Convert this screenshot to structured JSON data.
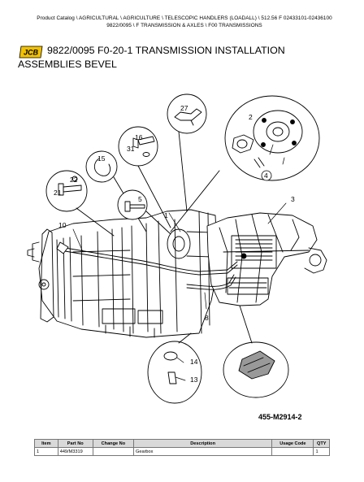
{
  "breadcrumb": {
    "line1": "Product Catalog \\ AGRICULTURAL \\ AGRICULTURE \\ TELESCOPIC HANDLERS (LOADALL) \\ 512.56 F 02433101-02436100",
    "line2": "9822/0095 \\ F TRANSMISSION & AXLES \\ F00 TRANSMISSIONS"
  },
  "logo": "JCB",
  "title": {
    "line1": "9822/0095 F0-20-1 TRANSMISSION INSTALLATION",
    "line2": "ASSEMBLIES BEVEL"
  },
  "diagram": {
    "callouts": [
      "2",
      "27",
      "16",
      "31",
      "15",
      "22",
      "21",
      "5",
      "1",
      "3",
      "4",
      "10",
      "8",
      "14",
      "13"
    ],
    "reference_code": "455-M2914-2"
  },
  "parts_table": {
    "headers": [
      "Item",
      "Part No",
      "Change No",
      "Description",
      "Usage Code",
      "QTY"
    ],
    "rows": [
      {
        "item": "1",
        "part_no": "449/M3319",
        "change_no": "",
        "description": "Gearbox",
        "usage_code": "",
        "qty": "1"
      }
    ]
  }
}
